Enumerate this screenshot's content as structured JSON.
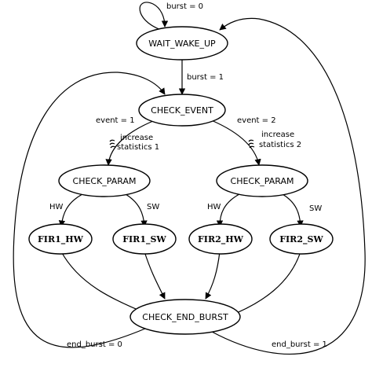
{
  "nodes": {
    "wait_wake_up": "WAIT_WAKE_UP",
    "check_event": "CHECK_EVENT",
    "check_param_1": "CHECK_PARAM",
    "check_param_2": "CHECK_PARAM",
    "fir1_hw": "FIR1_HW",
    "fir1_sw": "FIR1_SW",
    "fir2_hw": "FIR2_HW",
    "fir2_sw": "FIR2_SW",
    "check_end_burst": "CHECK_END_BURST"
  },
  "edges": {
    "burst_0": "burst = 0",
    "burst_1": "burst = 1",
    "event_1": "event = 1",
    "event_2": "event = 2",
    "increase_1_line1": "increase",
    "increase_1_line2": "statistics 1",
    "increase_2_line1": "increase",
    "increase_2_line2": "statistics 2",
    "hw_left": "HW",
    "sw_left": "SW",
    "hw_right": "HW",
    "sw_right": "SW",
    "end_burst_0": "end_burst = 0",
    "end_burst_1": "end_burst = 1"
  }
}
